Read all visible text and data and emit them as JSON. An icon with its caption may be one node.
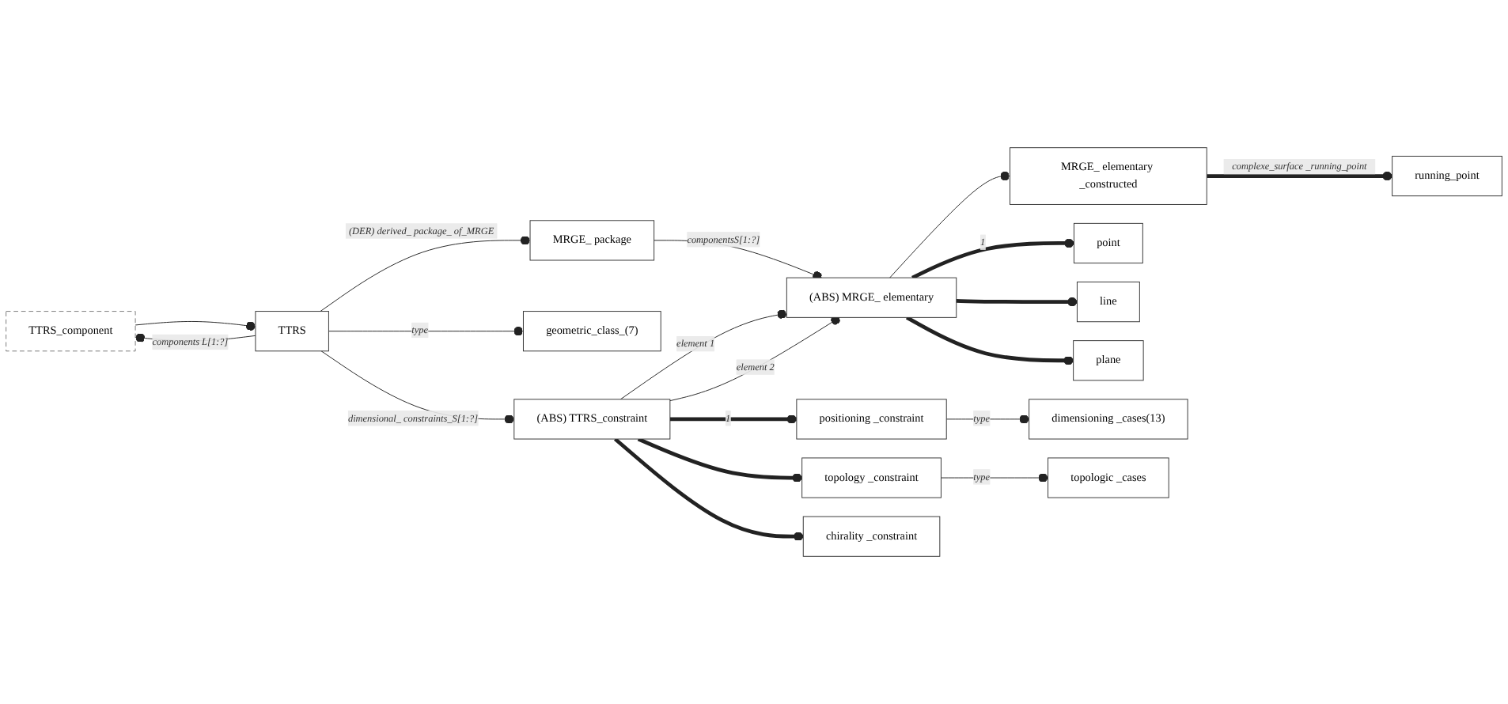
{
  "diagram": {
    "nodes": [
      {
        "text": [
          "TTRS_component"
        ]
      },
      {
        "text": [
          "TTRS"
        ]
      },
      {
        "text": [
          "MRGE_ package"
        ]
      },
      {
        "text": [
          "geometric_class_(7)"
        ]
      },
      {
        "text": [
          "dimensioning _cases(13)"
        ]
      },
      {
        "text": [
          "positioning _constraint"
        ]
      },
      {
        "text": [
          "(ABS) TTRS_constraint"
        ]
      },
      {
        "text": [
          "(ABS) MRGE_ elementary"
        ]
      },
      {
        "text": [
          "MRGE_ elementary _constructed"
        ]
      },
      {
        "text": [
          "topologic _cases"
        ]
      },
      {
        "text": [
          "topology _constraint"
        ]
      },
      {
        "text": [
          "chirality _constraint"
        ]
      },
      {
        "text": [
          "point"
        ]
      },
      {
        "text": [
          "line"
        ]
      },
      {
        "text": [
          "plane"
        ]
      },
      {
        "text": [
          "running_point"
        ]
      }
    ],
    "edges": [
      {
        "from": 1,
        "to": 0,
        "arrow": "other",
        "label": "components L[1:?]"
      },
      {
        "from": 0,
        "to": 1,
        "arrow": "other"
      },
      {
        "from": 1,
        "to": 2,
        "arrow": "other",
        "label": "(DER) derived_ package_ of_MRGE"
      },
      {
        "from": 1,
        "to": 3,
        "arrow": "other",
        "label": "type"
      },
      {
        "from": 1,
        "to": 6,
        "arrow": "other",
        "label": "dimensional_ constraints_S[1:?]"
      },
      {
        "from": 2,
        "to": 7,
        "arrow": "other",
        "label": "componentsS[1:?]"
      },
      {
        "from": 6,
        "to": 7,
        "arrow": "other",
        "label": "element 1"
      },
      {
        "from": 6,
        "to": 7,
        "arrow": "other",
        "label": "element 2"
      },
      {
        "from": 7,
        "to": 8,
        "arrow": "other"
      },
      {
        "from": 5,
        "to": 4,
        "arrow": "other",
        "label": "type"
      },
      {
        "from": 10,
        "to": 9,
        "arrow": "other",
        "label": "type"
      },
      {
        "from": 6,
        "to": 5,
        "arrow": "other",
        "style": "thick",
        "label": "1"
      },
      {
        "from": 6,
        "to": 10,
        "arrow": "other",
        "style": "thick"
      },
      {
        "from": 6,
        "to": 11,
        "arrow": "other",
        "style": "thick"
      },
      {
        "from": 7,
        "to": 12,
        "arrow": "other",
        "style": "thick",
        "label": "1"
      },
      {
        "from": 7,
        "to": 13,
        "arrow": "other",
        "style": "thick"
      },
      {
        "from": 7,
        "to": 14,
        "arrow": "other",
        "style": "thick"
      },
      {
        "from": 8,
        "to": 15,
        "arrow": "other",
        "style": "thick",
        "label": "complexe_surface _running_point"
      }
    ]
  }
}
